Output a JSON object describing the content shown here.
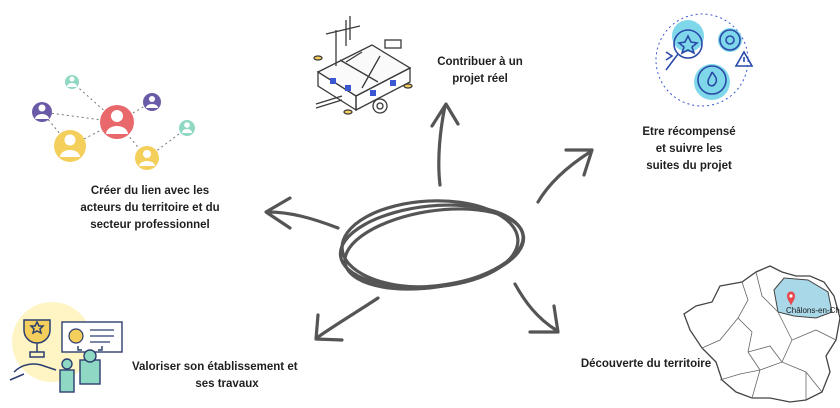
{
  "labels": {
    "contribuer": [
      "Contribuer à un",
      "projet réel"
    ],
    "recompense": [
      "Etre récompensé",
      "et suivre les",
      "suites du projet"
    ],
    "lien": [
      "Créer du lien avec les",
      "acteurs du territoire et du",
      "secteur professionnel"
    ],
    "valoriser": [
      "Valoriser son établissement et",
      "ses travaux"
    ],
    "decouverte": [
      "Découverte du territoire"
    ]
  },
  "map_city": "Châlons-en-Champagne",
  "colors": {
    "arrow": "#555555",
    "red": "#e8686b",
    "purple": "#6a5aa8",
    "yellow": "#f5cf5c",
    "mint": "#8fd8c3",
    "cyan": "#7fd8ea",
    "region": "#a9d8e8"
  },
  "icons": [
    "building-plan-icon",
    "network-people-icon",
    "rewards-gear-icon",
    "trophy-certificate-icon",
    "france-map-icon"
  ]
}
